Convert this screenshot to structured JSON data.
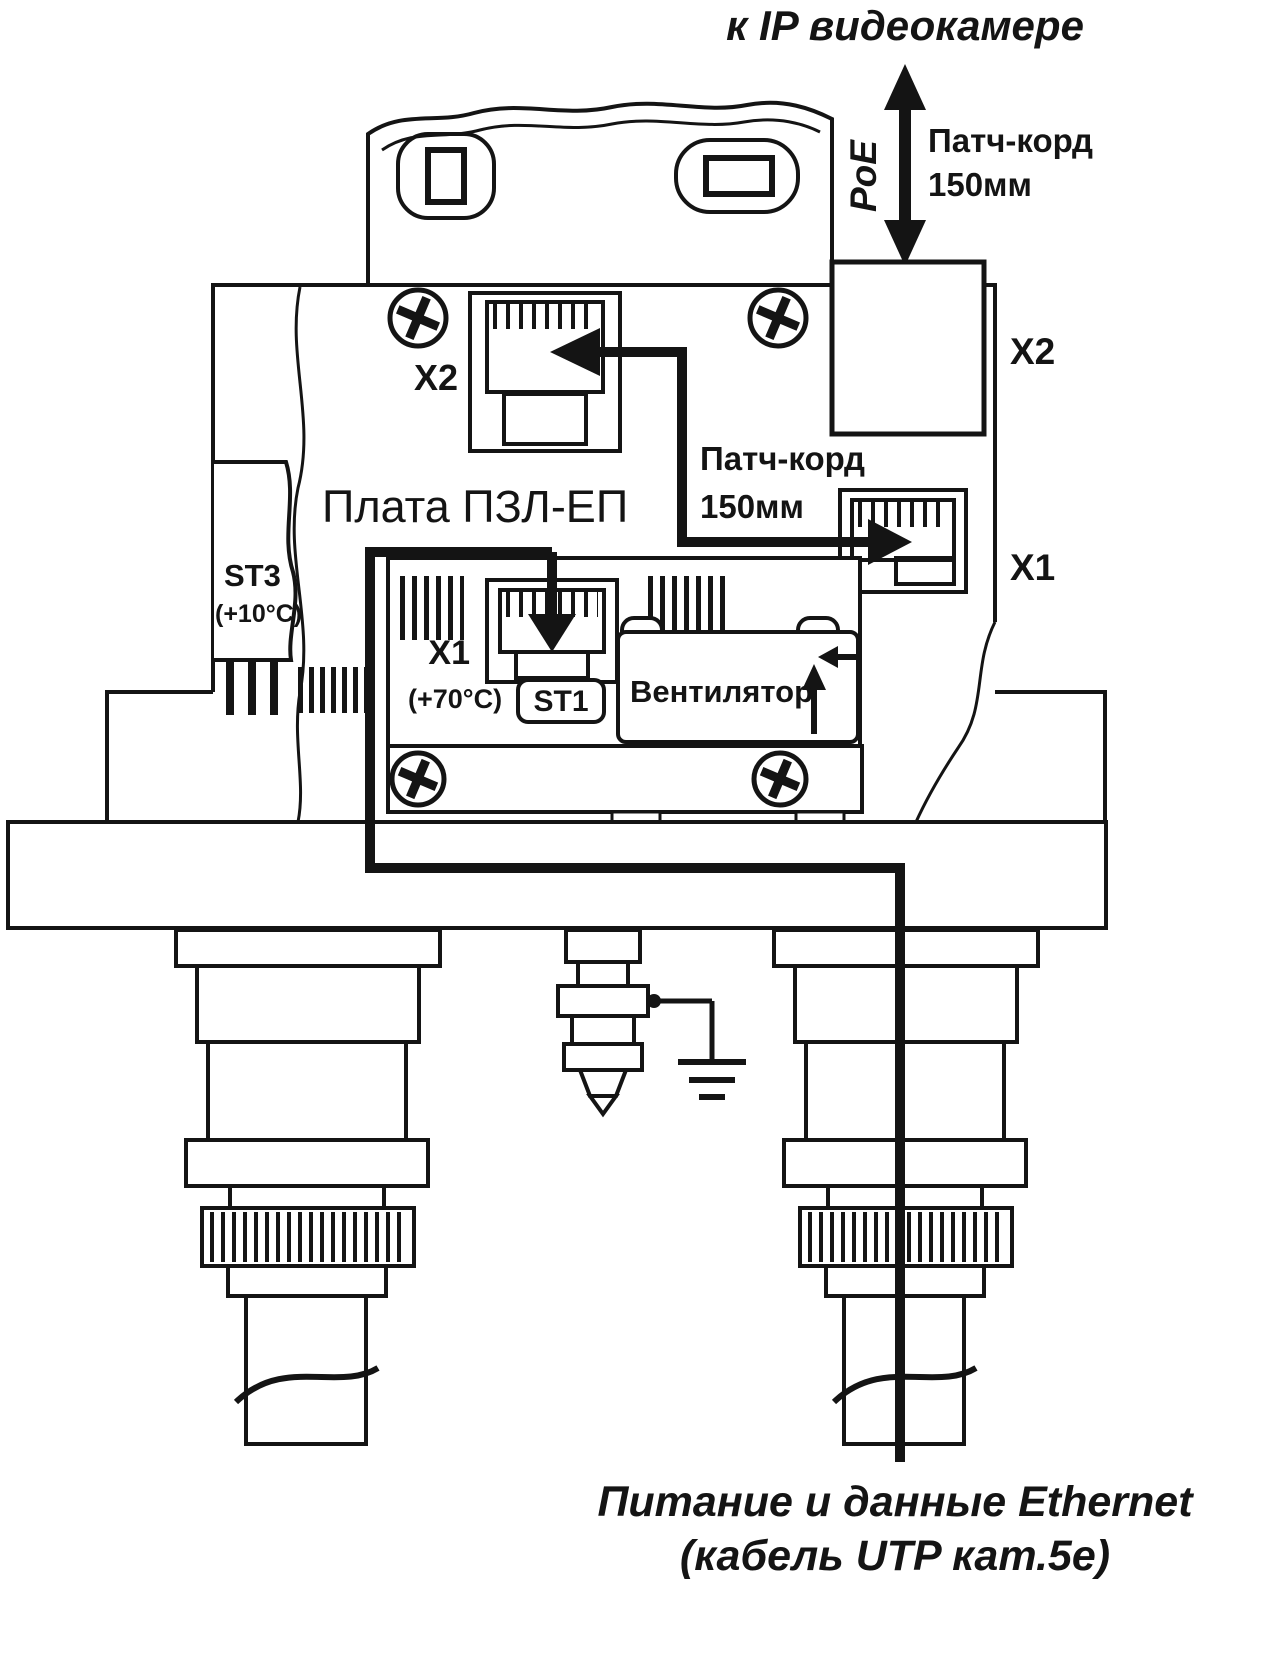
{
  "colors": {
    "ink": "#141414",
    "paper": "#ffffff"
  },
  "labels": {
    "to_ip_camera": "к IP видеокамере",
    "poe": "PoE",
    "patch_cord_top_line1": "Патч-корд",
    "patch_cord_top_line2": "150мм",
    "x2_board": "X2",
    "x2_panel": "X2",
    "board_title": "Плата ПЗЛ-ЕП",
    "patch_cord_mid_line1": "Патч-корд",
    "patch_cord_mid_line2": "150мм",
    "x1_panel": "X1",
    "st3": "ST3",
    "st3_temp": "(+10°C)",
    "x1_board": "X1",
    "x1_temp": "(+70°C)",
    "st1": "ST1",
    "fan": "Вентилятор",
    "bottom_line1": "Питание и данные Ethernet",
    "bottom_line2": "(кабель UTP кат.5е)"
  }
}
